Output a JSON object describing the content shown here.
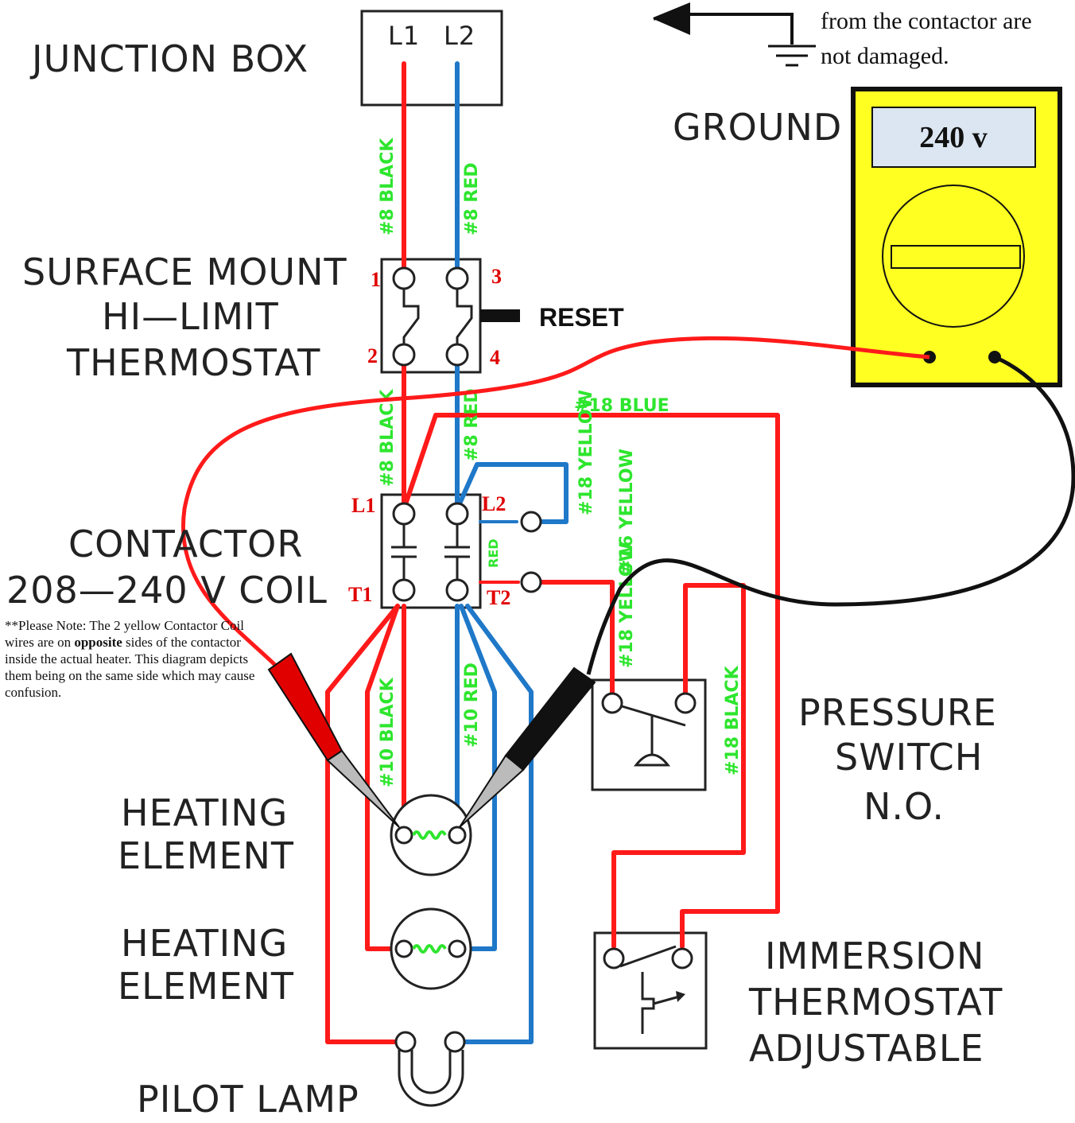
{
  "labels": {
    "junction_box": "JUNCTION  BOX",
    "surface_mount_1": "SURFACE  MOUNT",
    "surface_mount_2": "HI—LIMIT",
    "surface_mount_3": "THERMOSTAT",
    "contactor_1": "CONTACTOR",
    "contactor_2": "208—240  V  COIL",
    "heating_element_a_1": "HEATING",
    "heating_element_a_2": "ELEMENT",
    "heating_element_b_1": "HEATING",
    "heating_element_b_2": "ELEMENT",
    "pilot_lamp": "PILOT  LAMP",
    "pressure_switch_1": "PRESSURE",
    "pressure_switch_2": "SWITCH",
    "pressure_switch_3": "N.O.",
    "immersion_1": "IMMERSION",
    "immersion_2": "THERMOSTAT",
    "immersion_3": "ADJUSTABLE",
    "ground": "GROUND",
    "reset": "RESET"
  },
  "junction_terminals": {
    "l1": "L1",
    "l2": "L2"
  },
  "hi_limit_terminals": {
    "t1": "1",
    "t2": "2",
    "t3": "3",
    "t4": "4"
  },
  "contactor_terminals": {
    "l1": "L1",
    "l2": "L2",
    "t1": "T1",
    "t2": "T2"
  },
  "wire_labels": {
    "w1": "#8 BLACK",
    "w2": "#8 RED",
    "w3": "#8 BLACK",
    "w4": "#8 RED",
    "w5": "#18 BLUE",
    "w6": "#18 YELLOW",
    "w7": "#16 YELLOW",
    "w8": "#18 YELLOW",
    "w9": "#10 BLACK",
    "w10": "#10 RED",
    "w11": "#18 BLACK",
    "w12": "RED"
  },
  "meter": {
    "reading": "240 v"
  },
  "top_note": {
    "line1": "from the contactor are",
    "line2": "not damaged."
  },
  "side_note": {
    "part1": "**Please Note: The 2 yellow Contactor Coil wires are on ",
    "bold": "opposite",
    "part2": " sides of the contactor inside the actual heater.  This diagram depicts them being on the same side which may cause confusion."
  },
  "colors": {
    "red_wire": "#ff1a1a",
    "blue_wire": "#1f78c8",
    "green_label": "#2ee52e",
    "meter_body": "#ffff22",
    "meter_display": "#dce6f2",
    "terminal_text": "#e00000"
  }
}
